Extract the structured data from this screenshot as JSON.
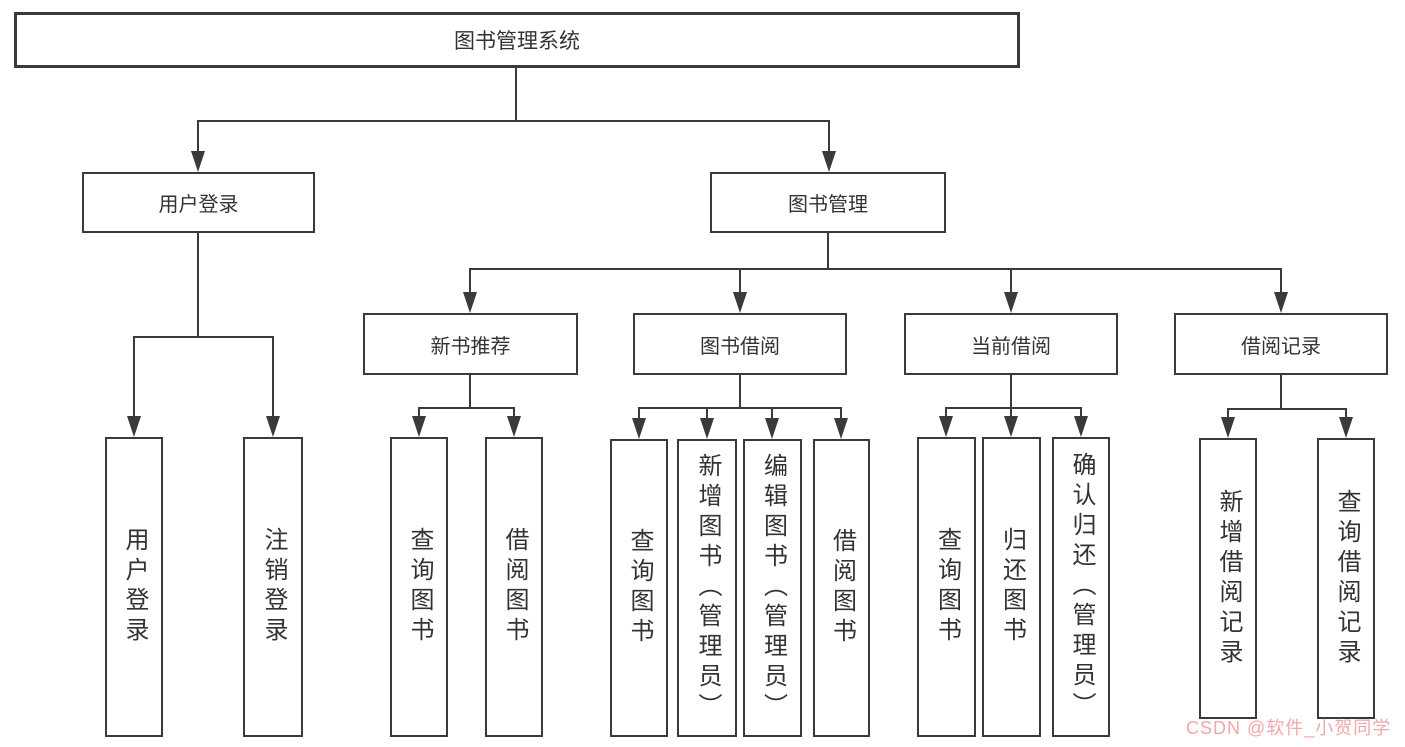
{
  "colors": {
    "line": "#3a3a3a",
    "text": "#333333",
    "watermark": "#f0a8a8",
    "background": "#ffffff"
  },
  "tree": {
    "root": {
      "label": "图书管理系统",
      "children": [
        {
          "label": "用户登录",
          "children": [
            {
              "label": "用户登录"
            },
            {
              "label": "注销登录"
            }
          ]
        },
        {
          "label": "图书管理",
          "children": [
            {
              "label": "新书推荐",
              "children": [
                {
                  "label": "查询图书"
                },
                {
                  "label": "借阅图书"
                }
              ]
            },
            {
              "label": "图书借阅",
              "children": [
                {
                  "label": "查询图书"
                },
                {
                  "label": "新增图书（管理员）"
                },
                {
                  "label": "编辑图书（管理员）"
                },
                {
                  "label": "借阅图书"
                }
              ]
            },
            {
              "label": "当前借阅",
              "children": [
                {
                  "label": "查询图书"
                },
                {
                  "label": "归还图书"
                },
                {
                  "label": "确认归还（管理员）"
                }
              ]
            },
            {
              "label": "借阅记录",
              "children": [
                {
                  "label": "新增借阅记录"
                },
                {
                  "label": "查询借阅记录"
                }
              ]
            }
          ]
        }
      ]
    }
  },
  "watermark": {
    "text": "CSDN @软件_小贺同学"
  }
}
